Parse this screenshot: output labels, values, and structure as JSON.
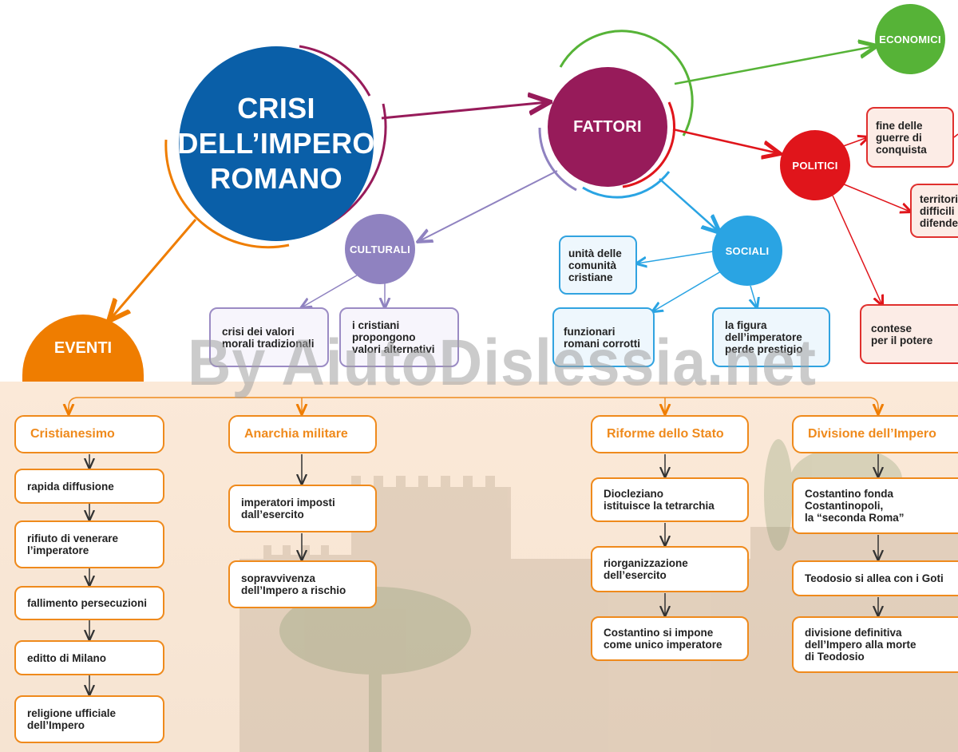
{
  "central": {
    "title": "CRISI\nDELL’IMPERO\nROMANO",
    "color": "#0a5fa8"
  },
  "fattori": {
    "label": "FATTORI",
    "color": "#971b5a"
  },
  "economici": {
    "label": "ECONOMICI",
    "color": "#56b337"
  },
  "politici": {
    "label": "POLITICI",
    "color": "#e0151b"
  },
  "culturali": {
    "label": "CULTURALI",
    "color": "#8f82c0"
  },
  "sociali": {
    "label": "SOCIALI",
    "color": "#2aa4e3"
  },
  "eventi": {
    "label": "EVENTI",
    "color": "#ef7d00"
  },
  "culturali_items": [
    "crisi dei valori\nmorali tradizionali",
    "i cristiani\npropongono\nvalori alternativi"
  ],
  "sociali_items": [
    "unità delle\ncomunità\ncristiane",
    "funzionari\nromani corrotti",
    "la figura\ndell’imperatore\nperde prestigio"
  ],
  "politici_items": [
    "fine delle\nguerre di\nconquista",
    "territori\ndifficili\ndifendere",
    "contese\nper il potere"
  ],
  "events": [
    {
      "title": "Cristianesimo",
      "items": [
        "rapida diffusione",
        "rifiuto di venerare\nl’imperatore",
        "fallimento persecuzioni",
        "editto di Milano",
        "religione ufficiale\ndell’Impero"
      ]
    },
    {
      "title": "Anarchia militare",
      "items": [
        "imperatori imposti\ndall’esercito",
        "sopravvivenza\ndell’Impero a rischio"
      ]
    },
    {
      "title": "Riforme dello Stato",
      "items": [
        "Diocleziano\nistituisce la tetrarchia",
        "riorganizzazione\ndell’esercito",
        "Costantino si impone\ncome unico imperatore"
      ]
    },
    {
      "title": "Divisione dell’Impero",
      "items": [
        "Costantino fonda\nCostantinopoli,\nla “seconda Roma”",
        "Teodosio si allea con i Goti",
        "divisione definitiva\ndell’Impero alla morte\ndi Teodosio"
      ]
    }
  ],
  "watermark": "By AiutoDislessia.net"
}
